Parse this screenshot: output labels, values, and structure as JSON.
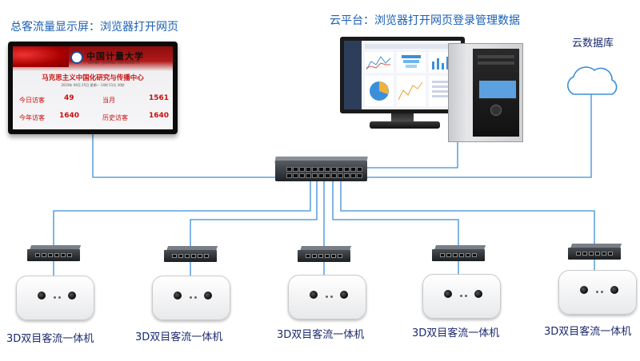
{
  "labels": {
    "display_caption": "总客流量显示屏：浏览器打开网页",
    "cloud_platform_caption": "云平台：浏览器打开网页登录管理数据",
    "cloud_db_caption": "云数据库"
  },
  "display_screen": {
    "university_name": "中国计量大学",
    "university_name_en": "CHINA JILIANG UNIVERSITY",
    "center_title": "马克思主义中国化研究与传播中心",
    "datetime": "2019年 06月 25日  星期一  14时 51分 30秒",
    "stats": [
      {
        "label": "今日访客",
        "value": "49"
      },
      {
        "label": "当月",
        "value": "1561"
      },
      {
        "label": "今年访客",
        "value": "1640"
      },
      {
        "label": "历史访客",
        "value": "1640"
      }
    ]
  },
  "devices": [
    {
      "label": "3D双目客流一体机"
    },
    {
      "label": "3D双目客流一体机"
    },
    {
      "label": "3D双目客流一体机"
    },
    {
      "label": "3D双目客流一体机"
    },
    {
      "label": "3D双目客流一体机"
    }
  ],
  "colors": {
    "wire": "#3b8fd9",
    "caption_blue": "#1a5fb4",
    "caption_dark": "#1c2a6e",
    "screen_red": "#c81010"
  },
  "icons": [
    "switch-icon",
    "camera-icon",
    "monitor-icon",
    "pc-tower-icon",
    "cloud-icon"
  ]
}
